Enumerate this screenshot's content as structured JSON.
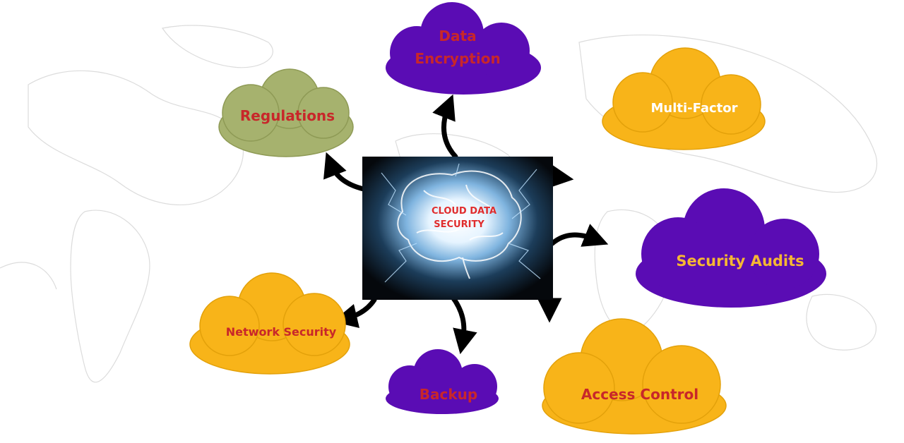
{
  "diagram": {
    "center": {
      "title_line1": "CLOUD DATA",
      "title_line2": "SECURITY",
      "label_color": "#e02d2d"
    },
    "colors": {
      "purple": "#5a0cb4",
      "yellow": "#f8b419",
      "green": "#a6b26e",
      "red_text": "#c8272a",
      "white_text": "#ffffff",
      "yellow_text": "#f6b733",
      "arrow": "#000000"
    },
    "nodes": {
      "data_encryption": {
        "line1": "Data",
        "line2": "Encryption"
      },
      "regulations": {
        "label": "Regulations"
      },
      "multi_factor": {
        "label": "Multi-Factor"
      },
      "security_audits": {
        "label": "Security Audits"
      },
      "network_security": {
        "label": "Network Security"
      },
      "backup": {
        "label": "Backup"
      },
      "access_control": {
        "label": "Access Control"
      }
    }
  }
}
